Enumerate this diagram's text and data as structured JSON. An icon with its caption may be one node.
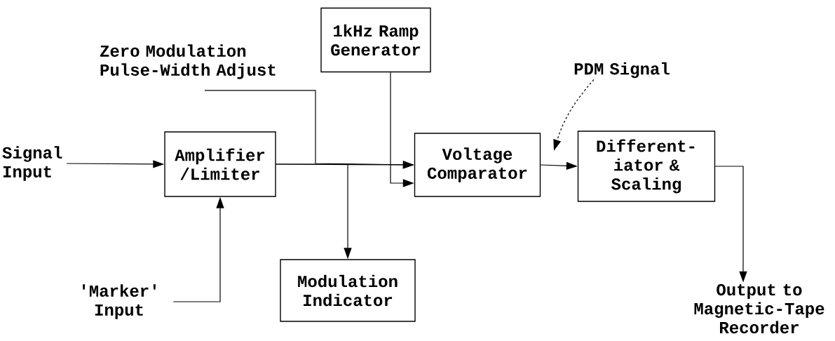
{
  "diagram": {
    "nodes": [
      {
        "text": [
          "Signal Input"
        ]
      },
      {
        "text": [
          "Amplifier /Limiter"
        ]
      },
      {
        "text": [
          "Zero Modulation Pulse-Width Adjust"
        ]
      },
      {
        "text": [
          "1kHz Ramp Generator"
        ]
      },
      {
        "text": [
          "Voltage Comparator"
        ]
      },
      {
        "text": [
          "Modulation Indicator"
        ]
      },
      {
        "text": [
          "Different-iator & Scaling"
        ]
      },
      {
        "text": [
          "'Marker' Input"
        ]
      },
      {
        "text": [
          "Output to Magnetic-Tape Recorder"
        ]
      },
      {
        "text": [
          "PDM Signal"
        ]
      }
    ],
    "edges": [
      {
        "from": 0,
        "to": 1,
        "arrow": "to"
      },
      {
        "from": 1,
        "to": 4,
        "arrow": "to"
      },
      {
        "from": 2,
        "to": 4,
        "arrow": "to"
      },
      {
        "from": 1,
        "to": 5,
        "arrow": "to"
      },
      {
        "from": 3,
        "to": 4,
        "arrow": "to"
      },
      {
        "from": 4,
        "to": 6,
        "arrow": "to"
      },
      {
        "from": 6,
        "to": 8,
        "arrow": "to"
      },
      {
        "from": 7,
        "to": 1,
        "arrow": "to"
      },
      {
        "from": 9,
        "to": null,
        "arrow": "to",
        "style": "dashed"
      }
    ]
  }
}
